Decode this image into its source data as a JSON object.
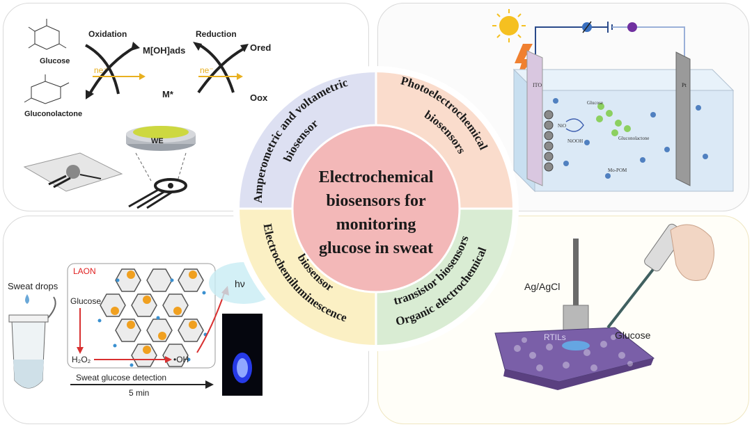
{
  "top_left": {
    "oxidation": "Oxidation",
    "reduction": "Reduction",
    "glucose": "Glucose",
    "gluconolactone": "Gluconolactone",
    "m_oh_ads": "M[OH]ads",
    "m_star": "M*",
    "o_red": "Ored",
    "o_ox": "Oox",
    "electron_left": "ne⁻",
    "electron_right": "ne⁻",
    "we": "WE"
  },
  "top_right": {
    "ito": "ITO",
    "pt": "Pt",
    "glucose": "Glucose",
    "nio": "NiO",
    "niooh": "NiOOH",
    "gluconolactone": "Gluconolactone",
    "mo_pom": "Mo-POM"
  },
  "bottom_left": {
    "sweat_drops": "Sweat drops",
    "laon": "LAON",
    "glucose": "Glucose",
    "h2o2": "H₂O₂",
    "oh": "•OH",
    "hv": "hν",
    "detection": "Sweat glucose detection",
    "time": "5 min"
  },
  "bottom_right": {
    "ag_agcl": "Ag/AgCl",
    "glucose": "Glucose",
    "rtils": "RTILs"
  },
  "center": {
    "line1": "Electrochemical",
    "line2": "biosensors for",
    "line3": "monitoring",
    "line4": "glucose in sweat"
  },
  "ring": {
    "amperometric_1": "Amperometric and voltametric",
    "amperometric_2": "biosensor",
    "photo_1": "Photoelectrochemical",
    "photo_2": "biosensors",
    "ecl_1": "Electrochemiluminescence",
    "ecl_2": "biosensor",
    "oect_1": "Organic electrochemical",
    "oect_2": "transistor biosensors"
  },
  "colors": {
    "ring_top_left": "#dde0f2",
    "ring_top_right": "#fadccc",
    "ring_bottom_left": "#fbf0c4",
    "ring_bottom_right": "#d9ecd3",
    "center": "#f3b8b8",
    "hexagon_dots": "#f0a020",
    "arrow_red": "#d83030",
    "electron_arrow": "#e8b020",
    "laon_red": "#e02020",
    "glow_blue": "#2a40ff"
  }
}
